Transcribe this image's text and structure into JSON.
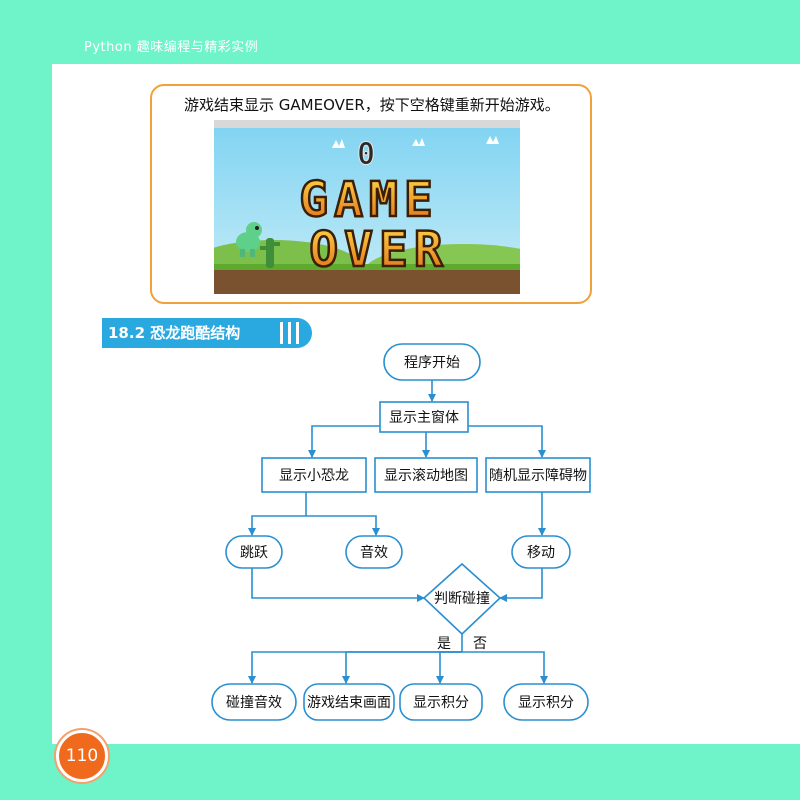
{
  "header": {
    "book_title": "Python 趣味编程与精彩实例"
  },
  "page_number": "110",
  "caption": "游戏结束显示 GAMEOVER，按下空格键重新开始游戏。",
  "game_screen": {
    "score": "0",
    "line1": "GAME",
    "line2": "OVER"
  },
  "section": {
    "title": "18.2 恐龙跑酷结构"
  },
  "flowchart": {
    "start": "程序开始",
    "main_window": "显示主窗体",
    "show_dino": "显示小恐龙",
    "show_map": "显示滚动地图",
    "show_obstacles": "随机显示障碍物",
    "jump": "跳跃",
    "sound": "音效",
    "move": "移动",
    "decision": "判断碰撞",
    "yes_label": "是",
    "no_label": "否",
    "collision_sound": "碰撞音效",
    "game_over_screen": "游戏结束画面",
    "show_score_1": "显示积分",
    "show_score_2": "显示积分"
  },
  "colors": {
    "background": "#6ff3c8",
    "accent_orange": "#f06a1d",
    "flow_blue": "#2a8fd0",
    "banner_blue": "#2aa8e0"
  }
}
